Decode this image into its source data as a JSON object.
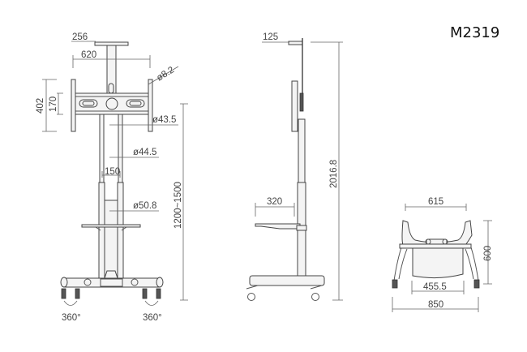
{
  "model": "M2319",
  "front_view": {
    "dims": {
      "top_plate": "256",
      "bracket_width": "620",
      "hole": "ø8.2",
      "bracket_height": "402",
      "slot_spacing": "170",
      "upper_tube": "ø43.5",
      "mid_tube": "ø44.5",
      "tube_spacing": "150",
      "lower_tube": "ø50.8",
      "height_range": "1200~1500"
    },
    "wheel_rotation_left": "360°",
    "wheel_rotation_right": "360°"
  },
  "side_view": {
    "dims": {
      "top_depth": "125",
      "shelf_depth": "320",
      "total_height": "2016.8"
    }
  },
  "top_view": {
    "dims": {
      "inner_width": "615",
      "depth": "600",
      "tray_width": "455.5",
      "base_width": "850"
    }
  }
}
